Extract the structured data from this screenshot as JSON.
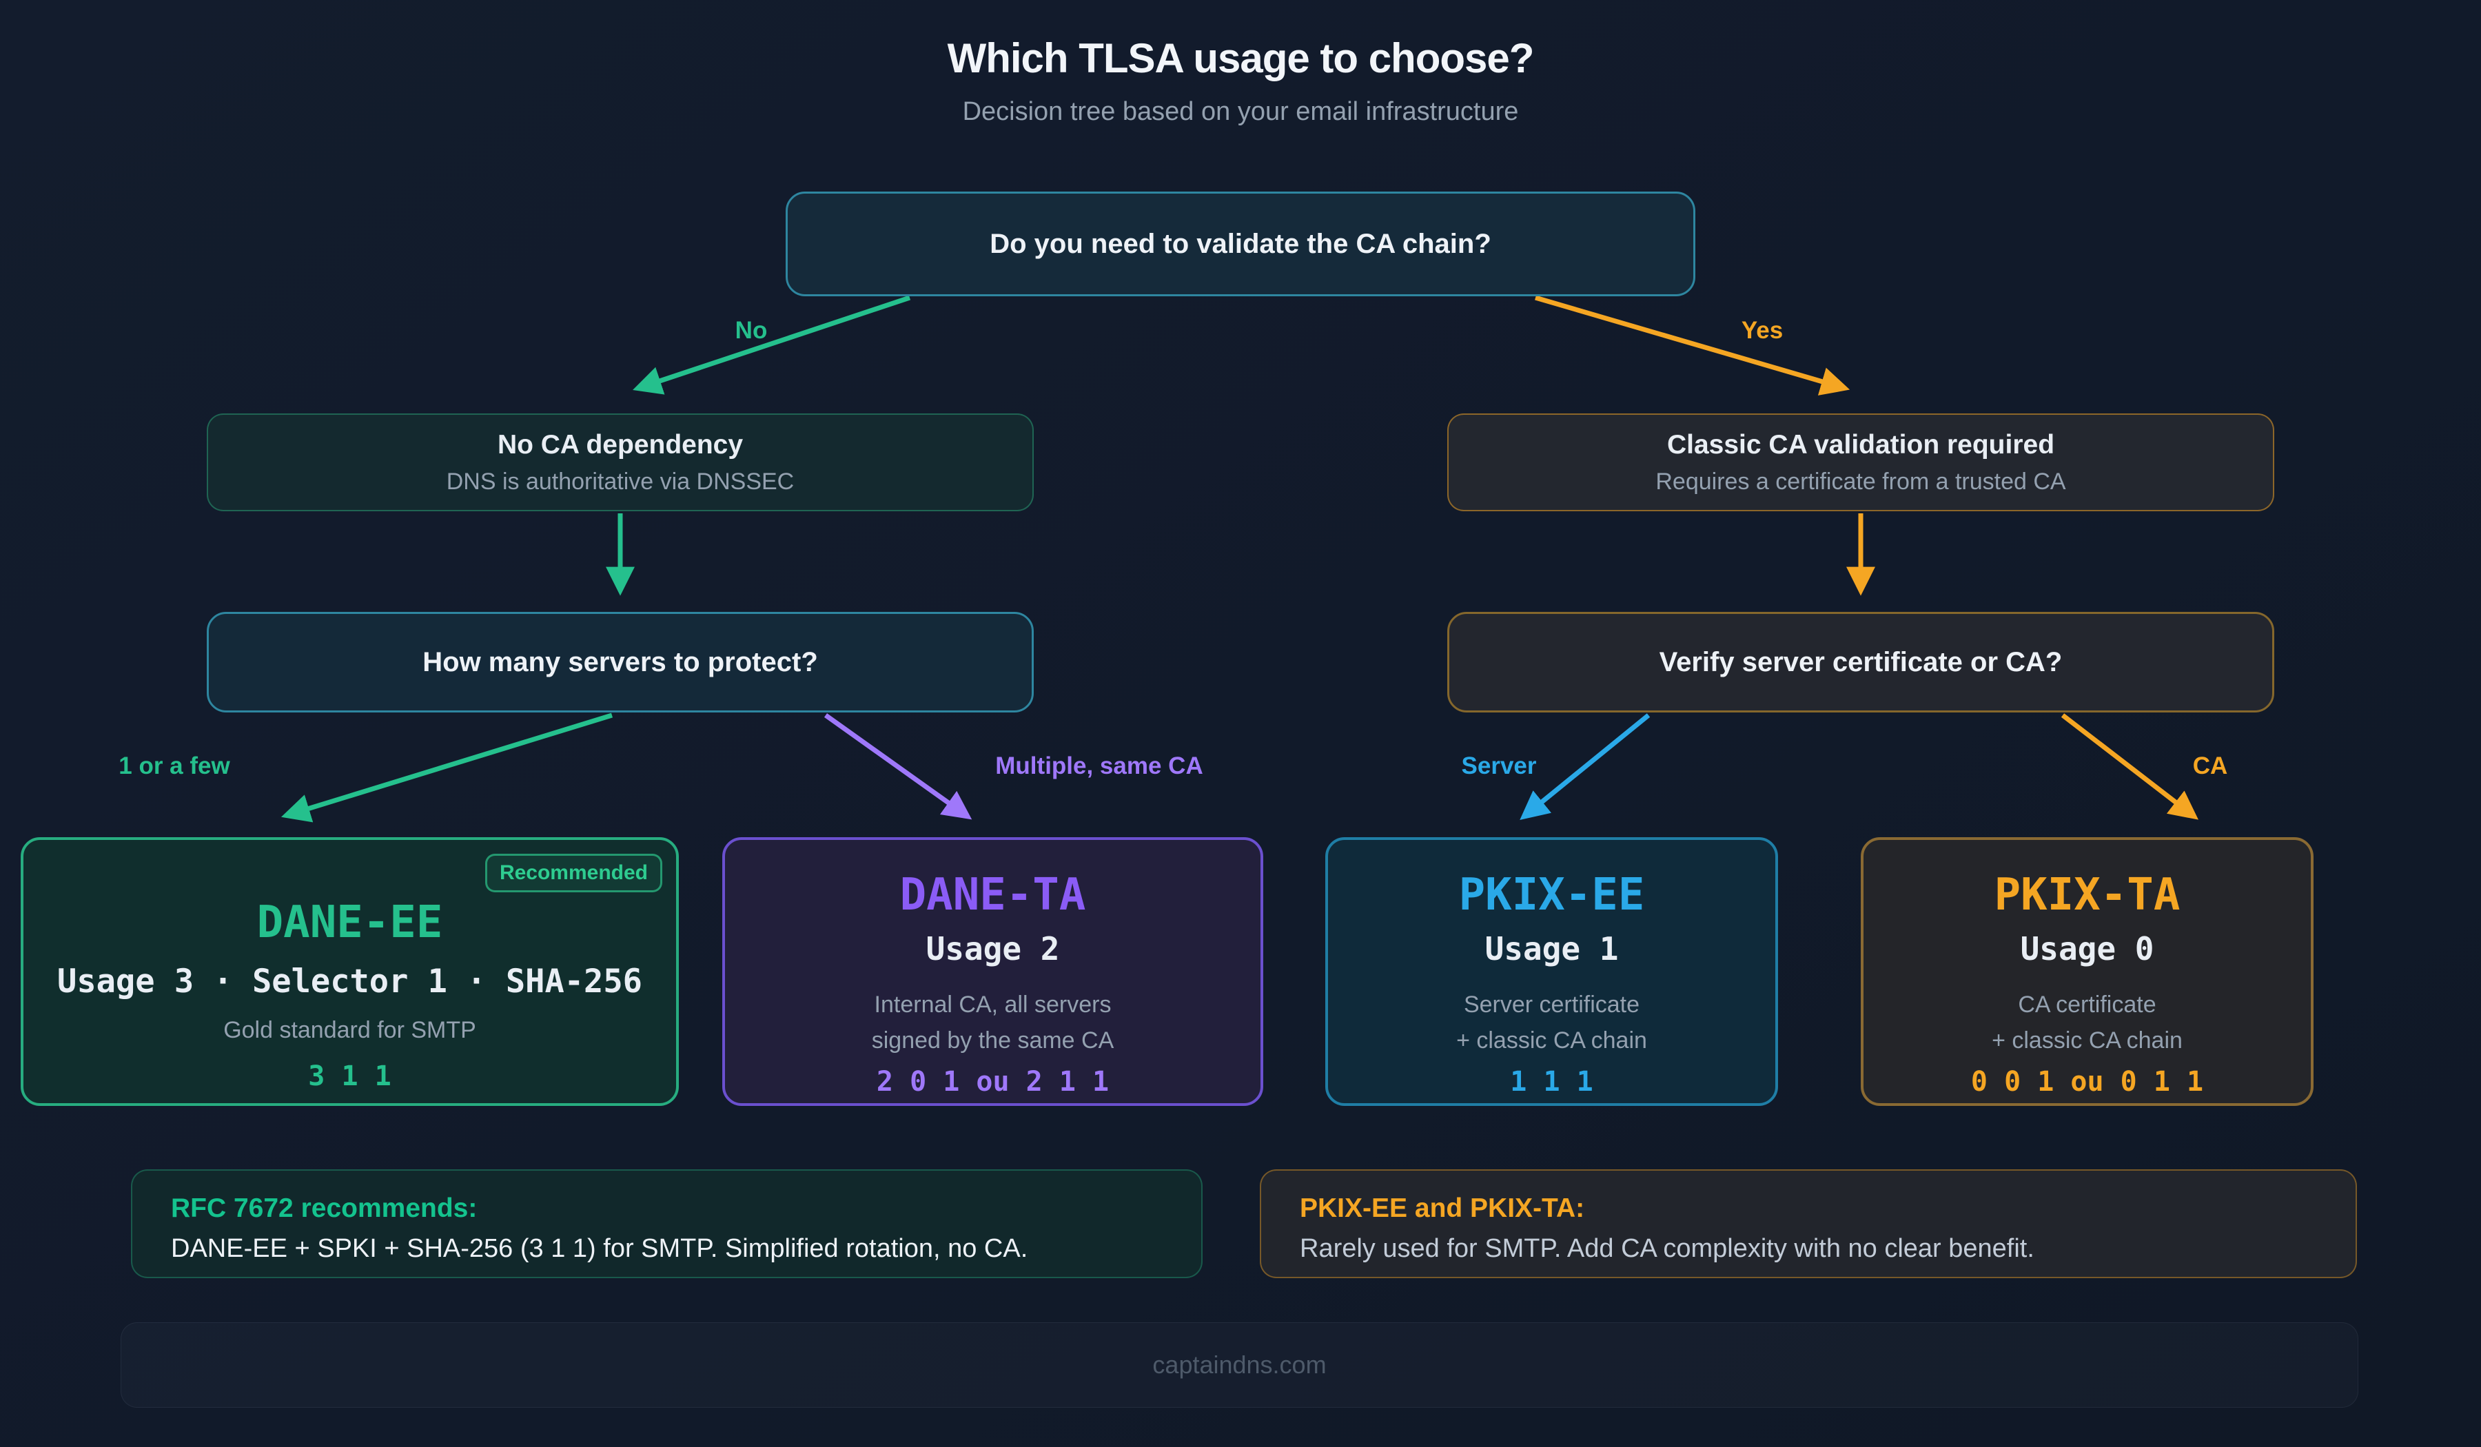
{
  "page": {
    "title": "Which TLSA usage to choose?",
    "subtitle": "Decision tree based on your email infrastructure",
    "footer": "captaindns.com"
  },
  "colors": {
    "green": "#25c08d",
    "amber": "#f5a623",
    "purple": "#8b5cf6",
    "purple_light": "#9f78fa",
    "blue": "#2aa9e8",
    "teal_border": "#2e86a0",
    "background": "#121a2b"
  },
  "nodes": {
    "root": {
      "question": "Do you need to validate the CA chain?"
    },
    "no_ca": {
      "title": "No CA dependency",
      "subtitle": "DNS is authoritative via DNSSEC"
    },
    "classic_ca": {
      "title": "Classic CA validation required",
      "subtitle": "Requires a certificate from a trusted CA"
    },
    "how_many": {
      "question": "How many servers to protect?"
    },
    "verify": {
      "question": "Verify server certificate or CA?"
    }
  },
  "edges": {
    "no": {
      "label": "No"
    },
    "yes": {
      "label": "Yes"
    },
    "one_or_few": {
      "label": "1 or a few"
    },
    "multiple_same_ca": {
      "label": "Multiple, same CA"
    },
    "server": {
      "label": "Server"
    },
    "ca": {
      "label": "CA"
    }
  },
  "cards": [
    {
      "id": "dane-ee",
      "badge": "Recommended",
      "title": "DANE-EE",
      "usage": "Usage 3 · Selector 1 · SHA-256",
      "desc": "Gold standard for SMTP",
      "code": "3 1 1"
    },
    {
      "id": "dane-ta",
      "title": "DANE-TA",
      "usage": "Usage 2",
      "desc_line1": "Internal CA, all servers",
      "desc_line2": "signed by the same CA",
      "code": "2 0 1 ou 2 1 1"
    },
    {
      "id": "pkix-ee",
      "title": "PKIX-EE",
      "usage": "Usage 1",
      "desc_line1": "Server certificate",
      "desc_line2": "+ classic CA chain",
      "code": "1 1 1"
    },
    {
      "id": "pkix-ta",
      "title": "PKIX-TA",
      "usage": "Usage 0",
      "desc_line1": "CA certificate",
      "desc_line2": "+ classic CA chain",
      "code": "0 0 1 ou 0 1 1"
    }
  ],
  "notes": [
    {
      "title": "RFC 7672 recommends:",
      "body": "DANE-EE + SPKI + SHA-256 (3 1 1) for SMTP. Simplified rotation, no CA."
    },
    {
      "title": "PKIX-EE and PKIX-TA:",
      "body": "Rarely used for SMTP. Add CA complexity with no clear benefit."
    }
  ]
}
